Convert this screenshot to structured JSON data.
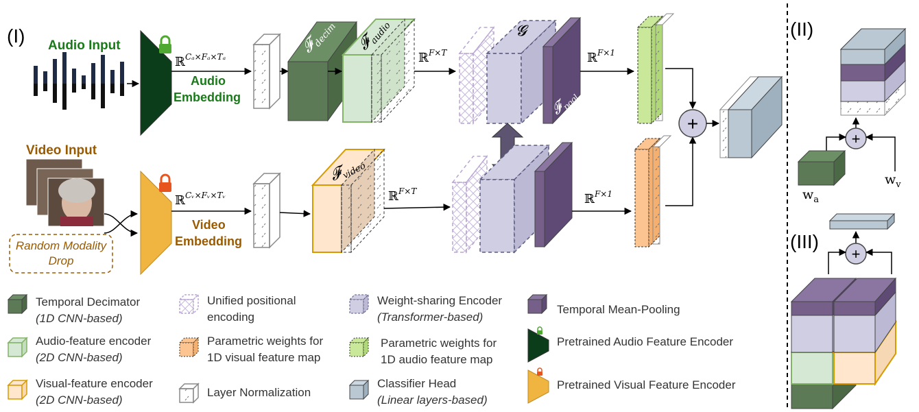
{
  "panels": {
    "main": "(I)",
    "right_top": "(II)",
    "right_bottom": "(III)"
  },
  "audio": {
    "input_label": "Audio Input",
    "embedding_line1": "Audio",
    "embedding_line2": "Embedding"
  },
  "video": {
    "input_label": "Video Input",
    "embedding_line1": "Video",
    "embedding_line2": "Embedding",
    "drop_line1": "Random Modality",
    "drop_line2": "Drop"
  },
  "math": {
    "audio_dim": {
      "base": "ℝ",
      "sup": "Cₐ×Fₐ×Tₐ"
    },
    "video_dim": {
      "base": "ℝ",
      "sup": "Cᵥ×Fᵥ×Tᵥ"
    },
    "feat_dim": {
      "base": "ℝ",
      "sup": "F×T"
    },
    "pooled_dim": {
      "base": "ℝ",
      "sup": "F×1"
    },
    "f_decim": {
      "base": "𝓕",
      "sub": "decim"
    },
    "f_audio": {
      "base": "𝓕",
      "sub": "audio"
    },
    "f_video": {
      "base": "𝓕",
      "sub": "video"
    },
    "f_pool": {
      "base": "𝓕",
      "sub": "pool"
    },
    "g": "𝓖",
    "wa": {
      "base": "w",
      "sub": "a"
    },
    "wv": {
      "base": "w",
      "sub": "v"
    },
    "plus": "+"
  },
  "legend": [
    {
      "id": "temporal-decimator",
      "line1": "Temporal Decimator",
      "line2": "(1D CNN-based)"
    },
    {
      "id": "unified-positional",
      "line1": "Unified positional",
      "line2": "encoding"
    },
    {
      "id": "weight-sharing",
      "line1": "Weight-sharing Encoder",
      "line2": "(Transformer-based)"
    },
    {
      "id": "mean-pooling",
      "line1": "Temporal Mean-Pooling",
      "line2": ""
    },
    {
      "id": "audio-feature-encoder",
      "line1": "Audio-feature encoder",
      "line2": "(2D CNN-based)"
    },
    {
      "id": "parametric-visual",
      "line1": "Parametric weights for",
      "line2": "1D visual feature map"
    },
    {
      "id": "parametric-audio",
      "line1": "Parametric weights for",
      "line2": "1D audio feature map"
    },
    {
      "id": "pretrained-audio",
      "line1": "Pretrained Audio Feature Encoder",
      "line2": ""
    },
    {
      "id": "visual-feature-encoder",
      "line1": "Visual-feature encoder",
      "line2": "(2D CNN-based)"
    },
    {
      "id": "layer-norm",
      "line1": "Layer Normalization",
      "line2": ""
    },
    {
      "id": "classifier-head",
      "line1": "Classifier Head",
      "line2": "(Linear layers-based)"
    },
    {
      "id": "pretrained-visual",
      "line1": "Pretrained Visual Feature Encoder",
      "line2": ""
    }
  ],
  "colors": {
    "decimator": "#5b7a55",
    "audio_encoder": "#d5e8d4",
    "audio_encoder_border": "#82b366",
    "visual_encoder": "#ffe6cc",
    "visual_encoder_border": "#d79b00",
    "transformer": "#d0cee2",
    "pool": "#76608a",
    "classifier": "#bac8d3",
    "audio_pretrained": "#0b3d1a",
    "visual_pretrained": "#f0b541",
    "audio_text": "#1a7a1a",
    "video_text": "#9a5a00",
    "param_audio": "#c9e89a",
    "param_visual": "#fbc490"
  }
}
